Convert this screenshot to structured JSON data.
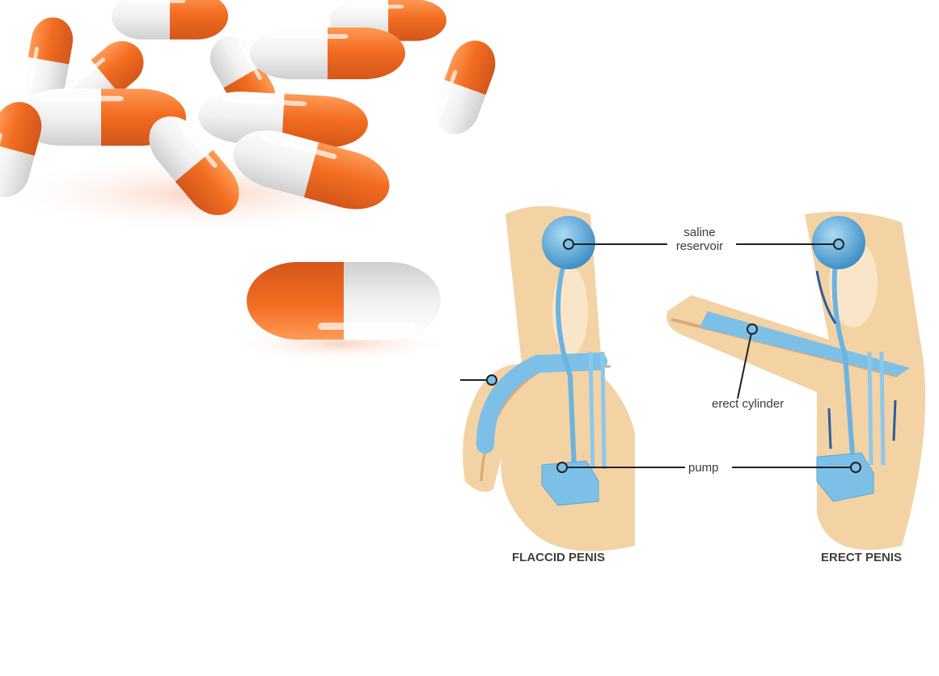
{
  "pills_photo": {
    "description": "scattered orange and white capsules",
    "colors": {
      "orange": "#f26d21",
      "white": "#f2f2f2",
      "shadow": "#f7c9b2"
    }
  },
  "diagram": {
    "colors": {
      "skin": "#f3d2a4",
      "skin_dark": "#d8a979",
      "implant": "#7cc0e8",
      "implant_dark": "#3f8fc6",
      "arrow": "#2c5d9c",
      "line": "#222222"
    },
    "labels": {
      "saline_reservoir_line1": "saline",
      "saline_reservoir_line2": "reservoir",
      "erect_cylinder": "erect cylinder",
      "pump": "pump"
    },
    "captions": {
      "left": "FLACCID PENIS",
      "right": "ERECT PENIS"
    }
  }
}
